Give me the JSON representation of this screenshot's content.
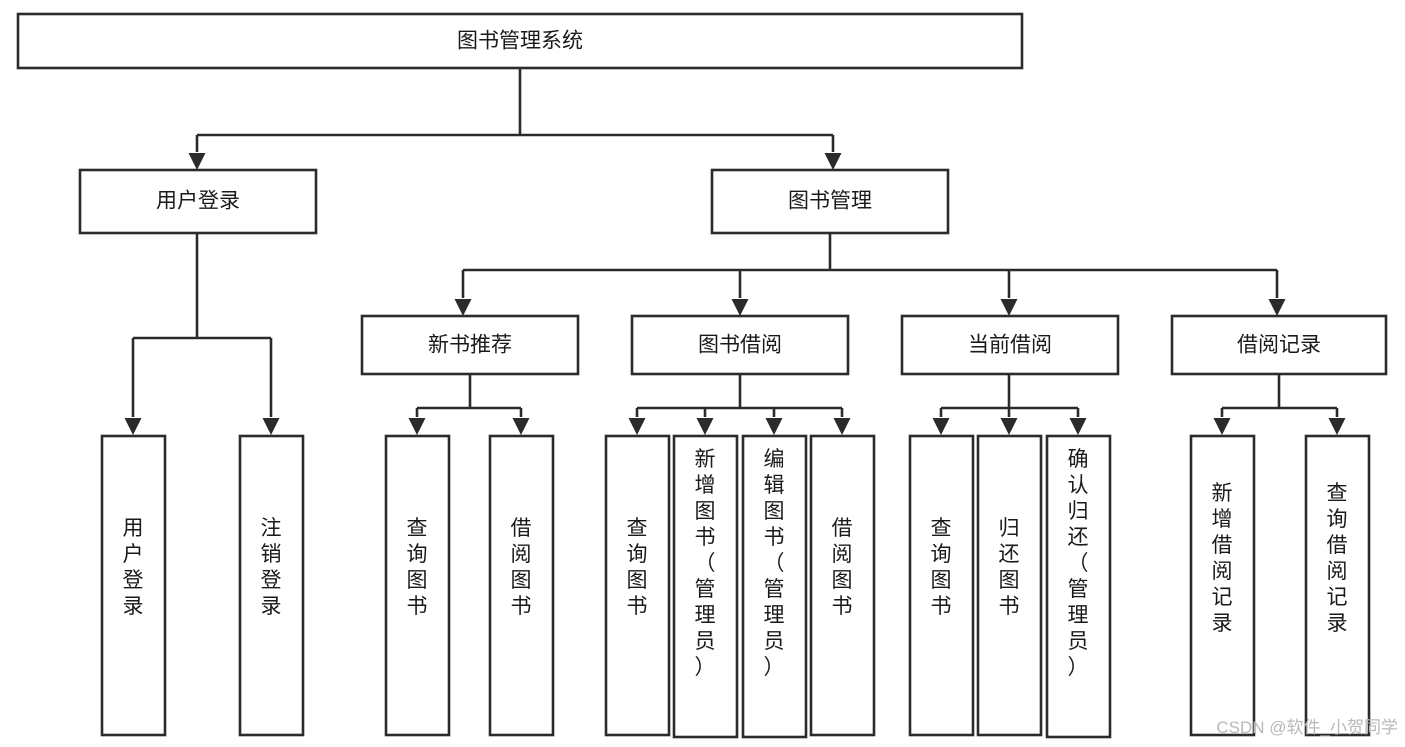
{
  "diagram": {
    "title": "图书管理系统",
    "type": "tree-hierarchy",
    "orientation": "top-down",
    "colors": {
      "stroke": "#2b2b2b",
      "fill": "#ffffff",
      "text": "#1a1a1a",
      "watermark": "#b9b9b9",
      "background": "#ffffff"
    },
    "nodes": {
      "root": {
        "label": "图书管理系统"
      },
      "level2": [
        {
          "id": "user-login",
          "label": "用户登录"
        },
        {
          "id": "book-manage",
          "label": "图书管理"
        }
      ],
      "level3": [
        {
          "id": "new-book-recommend",
          "label": "新书推荐",
          "parent": "book-manage"
        },
        {
          "id": "book-borrow",
          "label": "图书借阅",
          "parent": "book-manage"
        },
        {
          "id": "current-borrow",
          "label": "当前借阅",
          "parent": "book-manage"
        },
        {
          "id": "borrow-record",
          "label": "借阅记录",
          "parent": "book-manage"
        }
      ],
      "leaves": [
        {
          "id": "leaf-user-login",
          "label": "用户登录",
          "parent": "user-login"
        },
        {
          "id": "leaf-logout-login",
          "label": "注销登录",
          "parent": "user-login"
        },
        {
          "id": "leaf-query-book-1",
          "label": "查询图书",
          "parent": "new-book-recommend"
        },
        {
          "id": "leaf-borrow-book-1",
          "label": "借阅图书",
          "parent": "new-book-recommend"
        },
        {
          "id": "leaf-query-book-2",
          "label": "查询图书",
          "parent": "book-borrow"
        },
        {
          "id": "leaf-add-book",
          "label": "新增图书（管理员）",
          "parent": "book-borrow"
        },
        {
          "id": "leaf-edit-book",
          "label": "编辑图书（管理员）",
          "parent": "book-borrow"
        },
        {
          "id": "leaf-borrow-book-2",
          "label": "借阅图书",
          "parent": "book-borrow"
        },
        {
          "id": "leaf-query-book-3",
          "label": "查询图书",
          "parent": "current-borrow"
        },
        {
          "id": "leaf-return-book",
          "label": "归还图书",
          "parent": "current-borrow"
        },
        {
          "id": "leaf-confirm-return",
          "label": "确认归还（管理员）",
          "parent": "current-borrow"
        },
        {
          "id": "leaf-add-record",
          "label": "新增借阅记录",
          "parent": "borrow-record"
        },
        {
          "id": "leaf-query-record",
          "label": "查询借阅记录",
          "parent": "borrow-record"
        }
      ]
    }
  },
  "watermark": {
    "text": "CSDN @软件_小贺同学"
  }
}
